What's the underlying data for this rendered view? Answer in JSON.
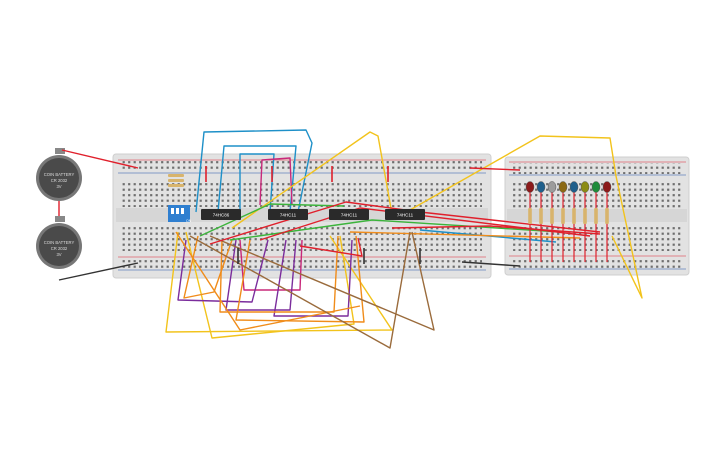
{
  "circuit": {
    "batteries": [
      {
        "lines": [
          "COIN BATTERY",
          "CR 2032",
          "3V"
        ]
      },
      {
        "lines": [
          "COIN BATTERY",
          "CR 2032",
          "3V"
        ]
      }
    ],
    "chips": [
      {
        "label": "74HC86"
      },
      {
        "label": "74HC11"
      },
      {
        "label": "74HC11"
      },
      {
        "label": "74HC11"
      }
    ],
    "dip_switch": {
      "label": "ON"
    },
    "led_colors": [
      "#8b1a1a",
      "#1f5f8b",
      "#9c9c9c",
      "#8b6914",
      "#1f5f8b",
      "#8b8b14",
      "#1f8b3a",
      "#8b1a1a"
    ],
    "wire_colors": {
      "red": "#e0202c",
      "black": "#333333",
      "blue": "#1e90c8",
      "yellow": "#f2c31c",
      "orange": "#f08c1a",
      "purple": "#7b2d9c",
      "magenta": "#c8287a",
      "brown": "#9a6b3c",
      "green": "#3cb43c"
    }
  }
}
